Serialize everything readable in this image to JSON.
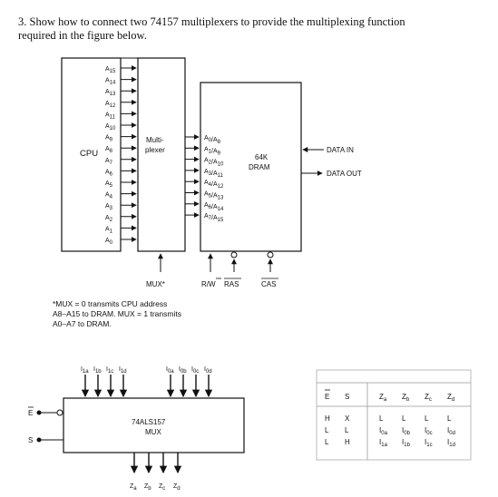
{
  "question": {
    "line1": "3. Show how to connect two 74157 multiplexers to provide the multiplexing function",
    "line2": "required in the figure below."
  },
  "diagram1": {
    "cpu_label": "CPU",
    "cpu_pins": [
      "A15",
      "A14",
      "A13",
      "A12",
      "A11",
      "A10",
      "A9",
      "A8",
      "A7",
      "A6",
      "A5",
      "A4",
      "A3",
      "A2",
      "A1",
      "A0"
    ],
    "mux_label_line1": "Multi-",
    "mux_label_line2": "plexer",
    "dram_pins": [
      "A0/A8",
      "A1/A9",
      "A2/A10",
      "A3/A11",
      "A4/A12",
      "A5/A13",
      "A6/A14",
      "A7/A15"
    ],
    "dram_label_line1": "64K",
    "dram_label_line2": "DRAM",
    "data_in": "DATA IN",
    "data_out": "DATA OUT",
    "mux_signal": "MUX*",
    "rw_label": "R/W",
    "ras_label": "RAS",
    "cas_label": "CAS",
    "note_line1": "*MUX = 0 transmits CPU address",
    "note_line2": "A8–A15 to DRAM. MUX = 1 transmits",
    "note_line3": "A0–A7 to DRAM."
  },
  "diagram2": {
    "inputs_a": [
      "I1a",
      "I1b",
      "I1c",
      "I1d"
    ],
    "inputs_b": [
      "I0a",
      "I0b",
      "I0c",
      "I0d"
    ],
    "chip_line1": "74ALS157",
    "chip_line2": "MUX",
    "enable": "E",
    "select": "S",
    "outputs": [
      "Za",
      "Zb",
      "Zc",
      "Zd"
    ]
  },
  "truth_table": {
    "headers_left": [
      "E",
      "S"
    ],
    "headers_right": [
      "Za",
      "Zb",
      "Zc",
      "Zd"
    ],
    "rows": [
      {
        "e": "H",
        "s": "X",
        "z": [
          "L",
          "L",
          "L",
          "L"
        ]
      },
      {
        "e": "L",
        "s": "L",
        "z": [
          "I0a",
          "I0b",
          "I0c",
          "I0d"
        ]
      },
      {
        "e": "L",
        "s": "H",
        "z": [
          "I1a",
          "I1b",
          "I1c",
          "I1d"
        ]
      }
    ]
  }
}
